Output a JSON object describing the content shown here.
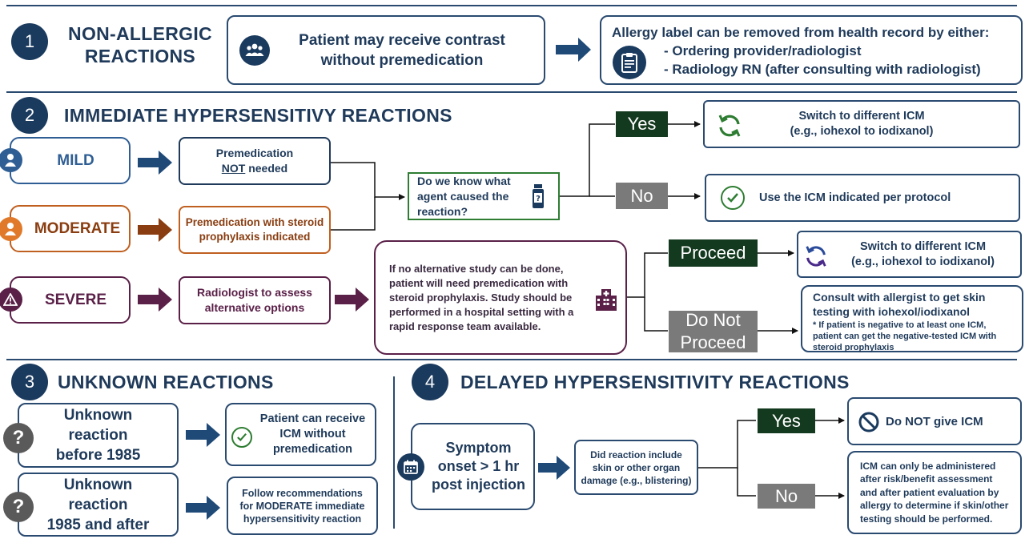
{
  "sec1": {
    "number": "1",
    "title_line1": "NON-ALLERGIC",
    "title_line2": "REACTIONS",
    "receive_line1": "Patient may receive contrast",
    "receive_line2": "without premedication",
    "label_title": "Allergy label can be removed from health record by either:",
    "label_item1": "- Ordering provider/radiologist",
    "label_item2": "- Radiology RN (after consulting with radiologist)"
  },
  "sec2": {
    "number": "2",
    "title": "IMMEDIATE HYPERSENSITIVY REACTIONS",
    "mild": "MILD",
    "moderate": "MODERATE",
    "severe": "SEVERE",
    "mild_action_line1": "Premedication",
    "mild_action_not": "NOT",
    "mild_action_rest": " needed",
    "moderate_action": "Premedication with steroid prophylaxis indicated",
    "severe_action": "Radiologist to assess alternative options",
    "question": "Do we know what agent caused the reaction?",
    "yes": "Yes",
    "no": "No",
    "switch_line1": "Switch to different ICM",
    "switch_line2": "(e.g., iohexol to iodixanol)",
    "use_protocol": "Use the ICM indicated per protocol",
    "no_alt": "If no alternative study can be done, patient will need premedication with steroid prophylaxis. Study should be performed in a hospital setting with a rapid response team available.",
    "proceed": "Proceed",
    "do_not_proceed_line1": "Do Not",
    "do_not_proceed_line2": "Proceed",
    "switch2_line1": "Switch to different ICM",
    "switch2_line2": "(e.g., iohexol to iodixanol)",
    "consult_main": "Consult with allergist to get skin testing with iohexol/iodixanol",
    "consult_note": "* If patient is negative to at least one ICM, patient can get the negative-tested ICM with steroid prophylaxis"
  },
  "sec3": {
    "number": "3",
    "title": "UNKNOWN REACTIONS",
    "before_line1": "Unknown",
    "before_line2": "reaction",
    "before_line3": "before 1985",
    "before_action": "Patient can receive ICM without premedication",
    "after_line1": "Unknown",
    "after_line2": "reaction",
    "after_line3": "1985 and after",
    "after_action": "Follow recommendations for MODERATE immediate hypersensitivity reaction"
  },
  "sec4": {
    "number": "4",
    "title": "DELAYED HYPERSENSITIVITY REACTIONS",
    "symptom_line1": "Symptom",
    "symptom_line2": "onset > 1 hr",
    "symptom_line3": "post injection",
    "question": "Did reaction include skin or other organ damage (e.g., blistering)",
    "yes": "Yes",
    "no": "No",
    "do_not_give": "Do NOT give ICM",
    "icm_only": "ICM can only be administered after risk/benefit assessment and after patient evaluation by allergy to determine if skin/other testing should be performed."
  },
  "colors": {
    "navy": "#1a3a5e",
    "mild": "#2f5e94",
    "moderate": "#c06020",
    "moderate_arrow": "#8a3d10",
    "severe": "#5a2048",
    "green": "#2e7d32",
    "tag_dark": "#13391e",
    "tag_grey": "#7a7a7a"
  }
}
